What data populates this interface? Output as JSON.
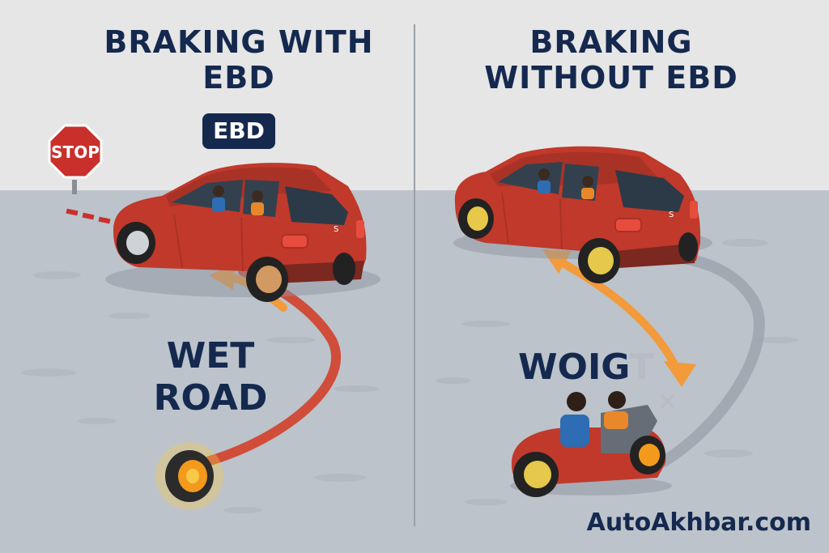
{
  "left_panel": {
    "title": "BRAKING WITH EBD",
    "badge": "EBD",
    "stop_sign": "STOP",
    "road_label_line1": "WET",
    "road_label_line2": "ROAD",
    "car_logo": "S"
  },
  "right_panel": {
    "title": "BRAKING WITHOUT EBD",
    "weight_label_main": "WOIG",
    "weight_label_faded": "T",
    "car_logo": "S"
  },
  "watermark": "AutoAkhbar.com",
  "colors": {
    "sky": "#e6e6e6",
    "road": "#bcc3cb",
    "navy_text": "#15294f",
    "car_red": "#c0392b",
    "skid_red": "#d1402a",
    "arrow_orange": "#f39a3a",
    "stop_red": "#c9302c"
  }
}
